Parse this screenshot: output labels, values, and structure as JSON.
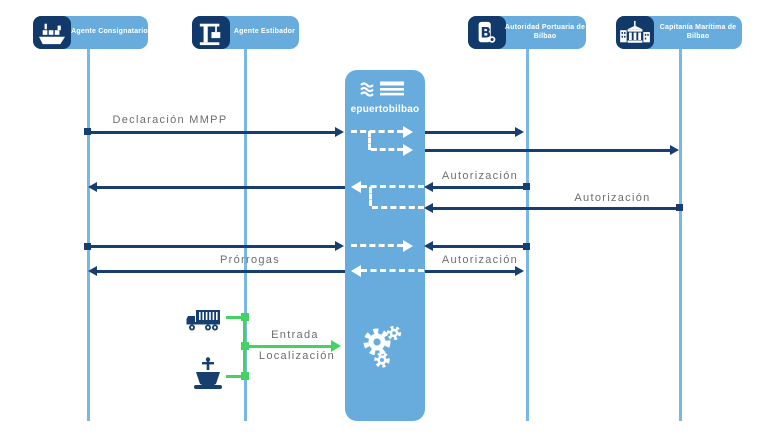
{
  "actors": [
    {
      "label": "Agente Consignatario",
      "icon": "cargo-ship-icon"
    },
    {
      "label": "Agente Estibador",
      "icon": "dock-crane-icon"
    },
    {
      "label": "Autoridad Portuaria de Bilbao",
      "icon": "port-authority-b-logo-icon"
    },
    {
      "label": "Capitanía Marítima de Bilbao",
      "icon": "government-building-icon"
    }
  ],
  "system": {
    "label": "epuertobilbao"
  },
  "messages": {
    "declaracion_mmpp": "Declaración MMPP",
    "autorizacion_from_autoridad": "Autorización",
    "autorizacion_from_capitania": "Autorización",
    "autorizacion_prorrogas": "Autorización",
    "prorrogas": "Prórrogas",
    "entrada": "Entrada",
    "localizacion": "Localización"
  },
  "colors": {
    "light_blue": "#68acdd",
    "lifeline_blue": "#79b7e4",
    "navy": "#163f70",
    "green": "#44d263",
    "label_gray": "#6d6e71"
  }
}
